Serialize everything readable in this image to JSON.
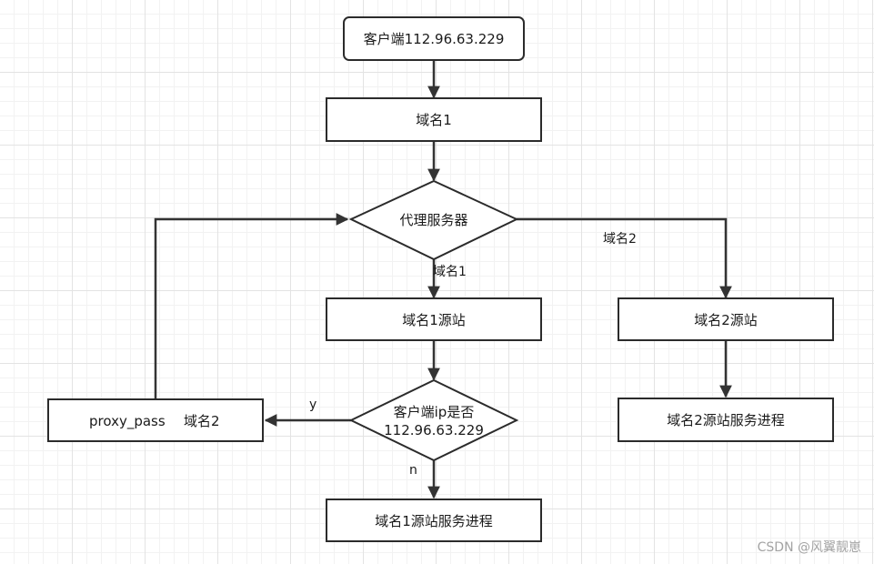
{
  "nodes": {
    "client": "客户端112.96.63.229",
    "domain1": "域名1",
    "proxy": "代理服务器",
    "origin1": "域名1源站",
    "origin2": "域名2源站",
    "ip_check_line1": "客户端ip是否",
    "ip_check_line2": "112.96.63.229",
    "proxy_pass": "proxy_pass",
    "proxy_pass_domain": "域名2",
    "process1": "域名1源站服务进程",
    "process2": "域名2源站服务进程"
  },
  "edges": {
    "proxy_to_origin1": "域名1",
    "proxy_to_origin2": "域名2",
    "yes": "y",
    "no": "n"
  },
  "watermark": "CSDN @风翼靓崽"
}
